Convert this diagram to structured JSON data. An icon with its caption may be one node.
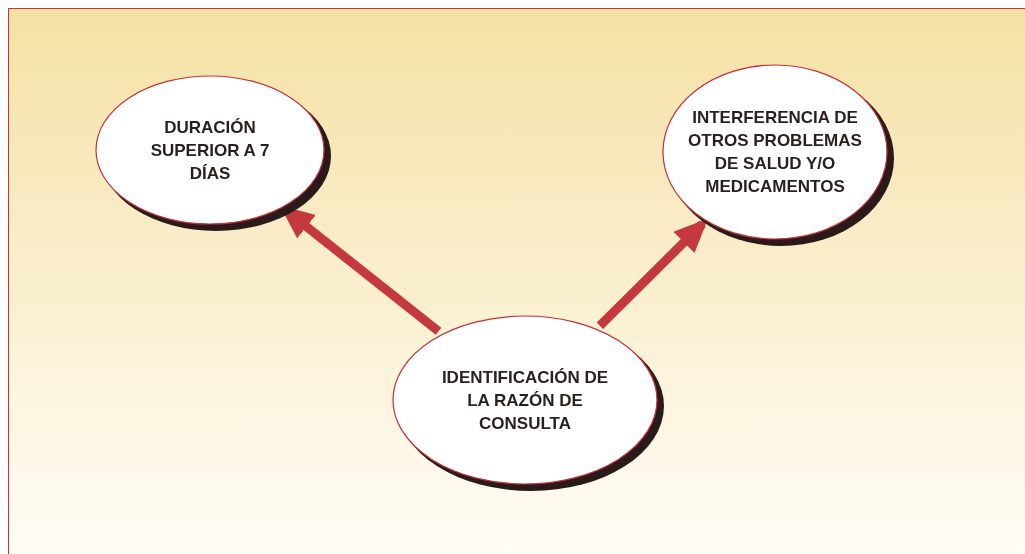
{
  "diagram": {
    "nodes": [
      {
        "text": [
          "DURACIÓN SUPERIOR A 7 DÍAS"
        ]
      },
      {
        "text": [
          "INTERFERENCIA DE OTROS PROBLEMAS DE SALUD Y/O MEDICAMENTOS"
        ]
      },
      {
        "text": [
          "IDENTIFICACIÓN DE LA RAZÓN DE CONSULTA"
        ]
      }
    ],
    "edges": [
      {
        "from": 2,
        "to": 0,
        "arrow": "to"
      },
      {
        "from": 2,
        "to": 1,
        "arrow": "to"
      }
    ]
  }
}
